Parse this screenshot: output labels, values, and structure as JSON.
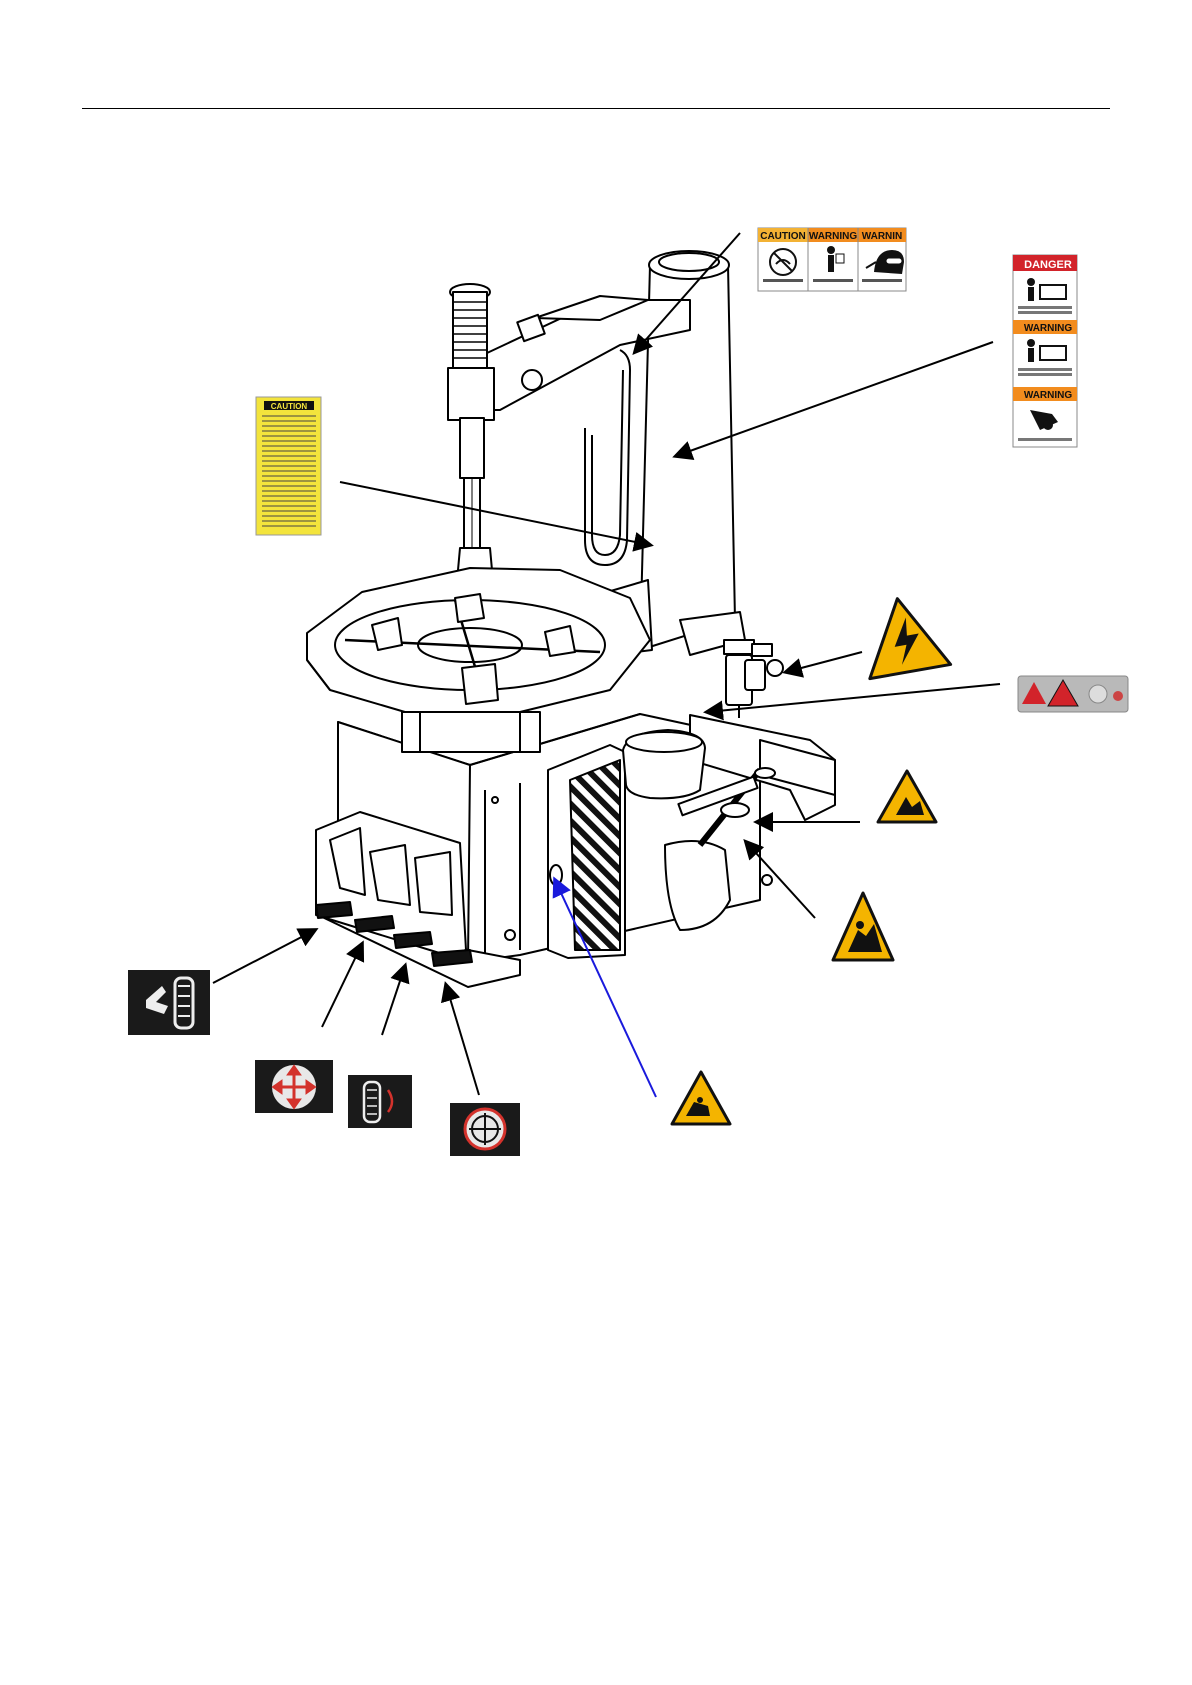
{
  "labels": {
    "caution_text_label": {
      "header": "CAUTION"
    },
    "triple_label": {
      "panels": [
        "CAUTION",
        "WARNING",
        "WARNIN"
      ]
    },
    "stack_label": {
      "panels": [
        "DANGER",
        "WARNING",
        "WARNING"
      ]
    }
  },
  "icons": {
    "electric_hazard": "lightning-bolt-warning-icon",
    "rim_clamp_hazard": "falling-object-warning-icon",
    "bead_breaker_hazard": "crush-hazard-warning-icon",
    "pedal_hazard": "foot-crush-warning-icon",
    "bead_breaker_pedal": "bead-breaker-pedal-icon",
    "clamp_open_pedal": "clamp-open-pedal-icon",
    "inflation_pedal": "inflation-pedal-icon",
    "rotation_pedal": "turntable-rotation-pedal-icon",
    "air_pressure_label": "pressure-gauge-label-icon"
  },
  "colors": {
    "caution_yellow": "#f3e43c",
    "warning_orange": "#f28c1e",
    "danger_red": "#d2232a",
    "hazard_amber": "#f4b400",
    "pointer_blue": "#1a1adc",
    "pedal_dark": "#1a1a1a",
    "pedal_red": "#d3322c"
  }
}
